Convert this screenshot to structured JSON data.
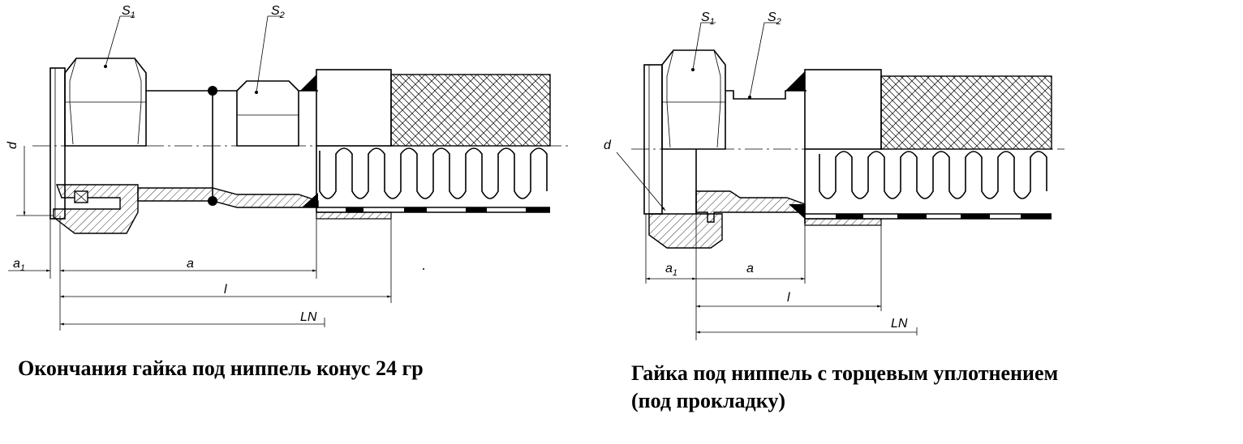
{
  "labels": {
    "s1": "S",
    "s1_sub": "1",
    "s2": "S",
    "s2_sub": "2",
    "d": "d",
    "a1": "a",
    "a1_sub": "1",
    "a": "a",
    "l": "l",
    "ln": "LN"
  },
  "captions": {
    "left": "Окончания гайка под ниппель конус 24 гр",
    "right_line1": "Гайка под ниппель с торцевым уплотнением",
    "right_line2": "(под прокладку)"
  }
}
